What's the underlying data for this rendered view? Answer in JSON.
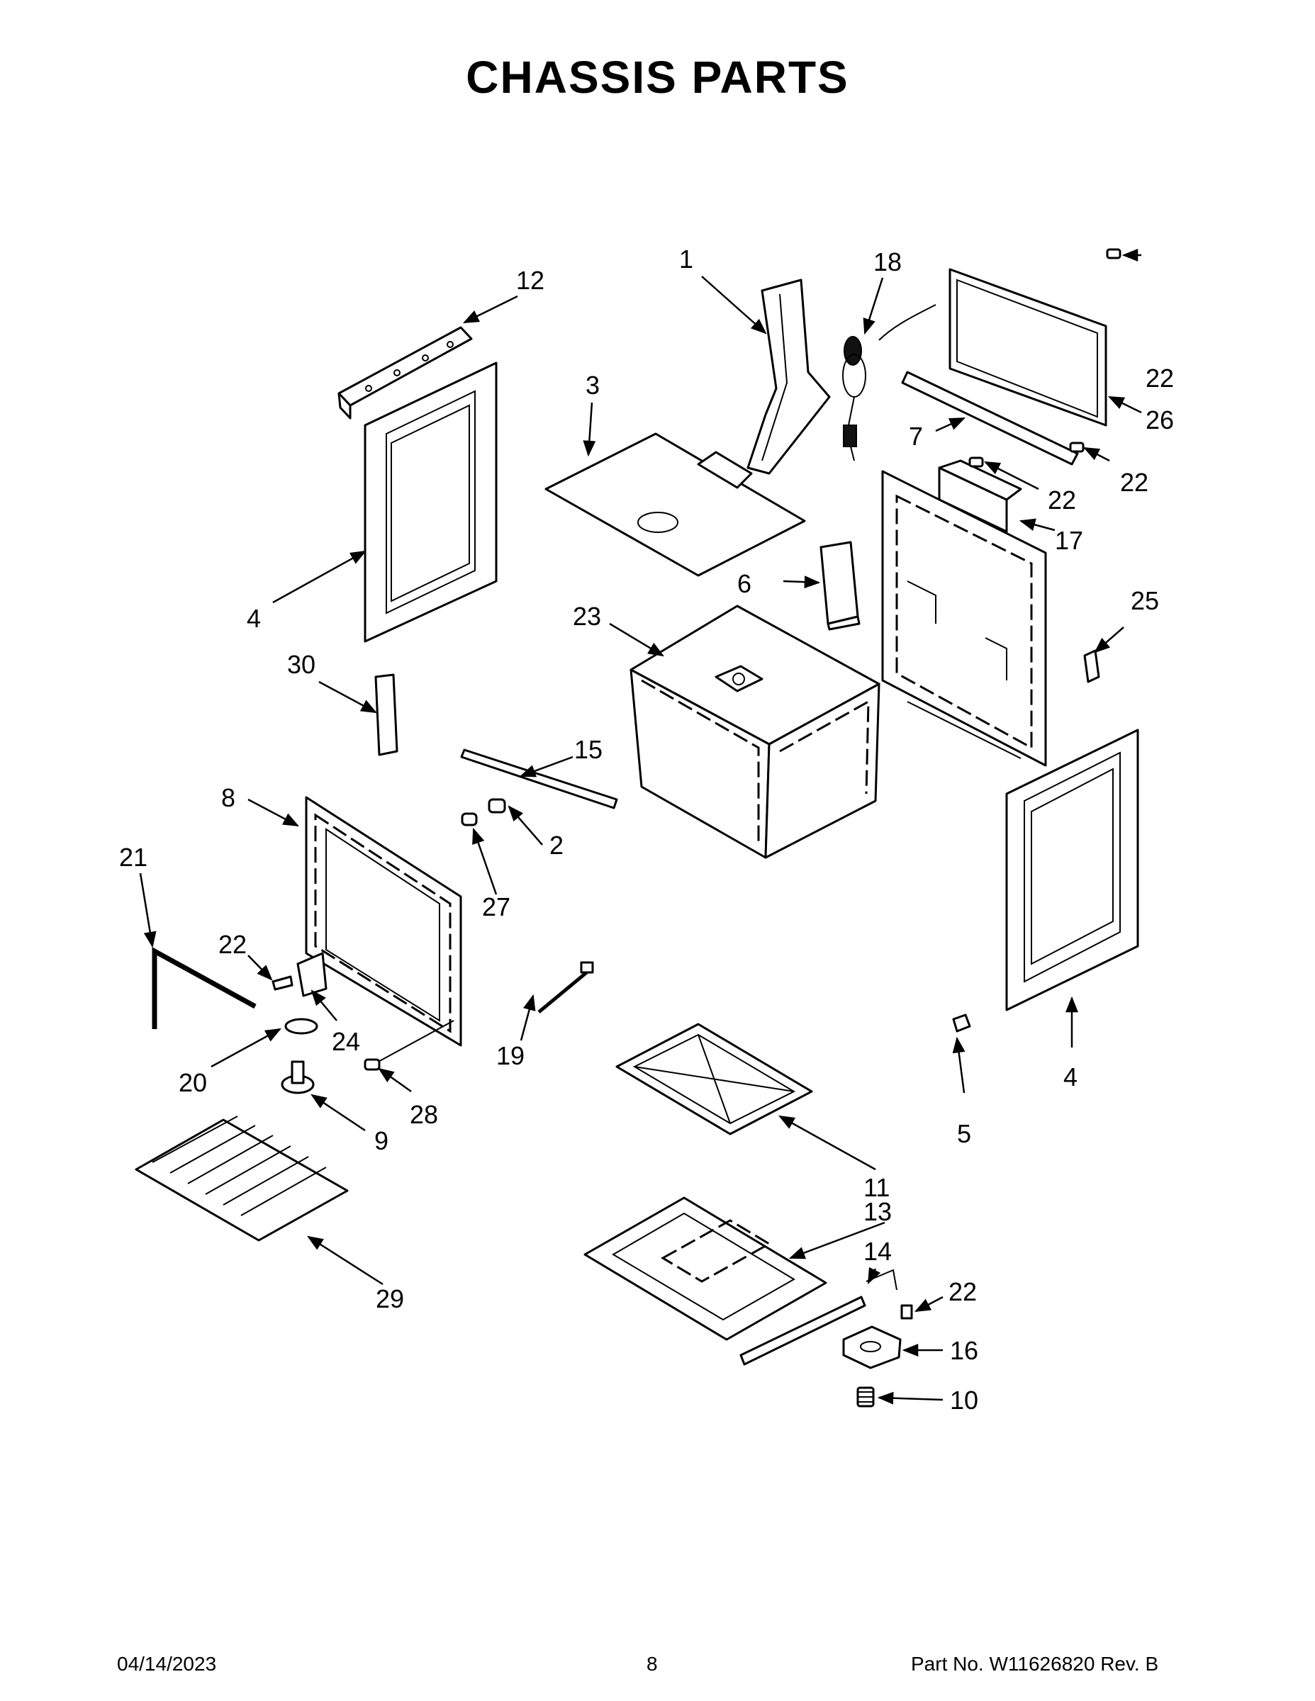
{
  "title": "CHASSIS PARTS",
  "footer": {
    "date": "04/14/2023",
    "page": "8",
    "part_no": "Part No.  W11626820  Rev.  B"
  },
  "callouts": {
    "c1": "1",
    "c2": "2",
    "c3": "3",
    "c4a": "4",
    "c4b": "4",
    "c5": "5",
    "c6": "6",
    "c7": "7",
    "c8": "8",
    "c9": "9",
    "c10": "10",
    "c11": "11",
    "c12": "12",
    "c13": "13",
    "c14": "14",
    "c15": "15",
    "c16": "16",
    "c17": "17",
    "c18": "18",
    "c19": "19",
    "c20": "20",
    "c21": "21",
    "c22a": "22",
    "c22b": "22",
    "c22c": "22",
    "c22d": "22",
    "c22e": "22",
    "c23": "23",
    "c24": "24",
    "c25": "25",
    "c26": "26",
    "c27": "27",
    "c28": "28",
    "c29": "29",
    "c30": "30"
  }
}
